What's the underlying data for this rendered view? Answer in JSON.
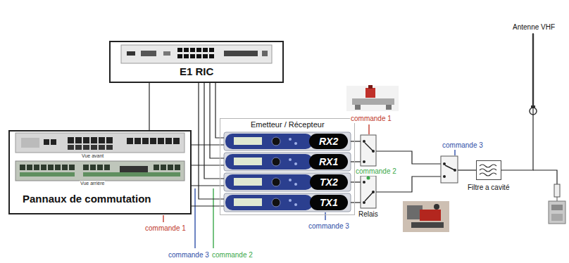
{
  "diagram": {
    "nodes": [
      {
        "text": [
          "E1 RIC"
        ]
      },
      {
        "text": [
          "Pannaux de commutation"
        ]
      },
      {
        "text": [
          "Emetteur / Récepteur"
        ]
      },
      {
        "text": [
          "RX2"
        ],
        "in": 2
      },
      {
        "text": [
          "RX1"
        ],
        "in": 2
      },
      {
        "text": [
          "TX2"
        ],
        "in": 2
      },
      {
        "text": [
          "TX1"
        ],
        "in": 2
      },
      {
        "text": [
          "Filtre a cavité"
        ]
      },
      {
        "text": [
          "Antenne VHF"
        ]
      }
    ],
    "edges": [
      {
        "from": 0,
        "to": 1,
        "arrow": "none"
      },
      {
        "from": 0,
        "to": 3,
        "arrow": "none"
      },
      {
        "from": 0,
        "to": 4,
        "arrow": "none"
      },
      {
        "from": 0,
        "to": 5,
        "arrow": "none"
      },
      {
        "from": 0,
        "to": 6,
        "arrow": "none"
      },
      {
        "from": 1,
        "to": 3,
        "arrow": "none"
      },
      {
        "from": 1,
        "to": 4,
        "arrow": "none"
      },
      {
        "from": 1,
        "to": 5,
        "arrow": "none"
      },
      {
        "from": 1,
        "to": 6,
        "arrow": "none"
      },
      {
        "from": 7,
        "to": 8,
        "arrow": "none"
      }
    ],
    "labels": [
      "commande 1",
      "commande 2",
      "commande 3",
      "Relais",
      "commande 3",
      "commande 1",
      "commande 3",
      "commande 2",
      "Vue avant",
      "Vue arrière"
    ]
  }
}
